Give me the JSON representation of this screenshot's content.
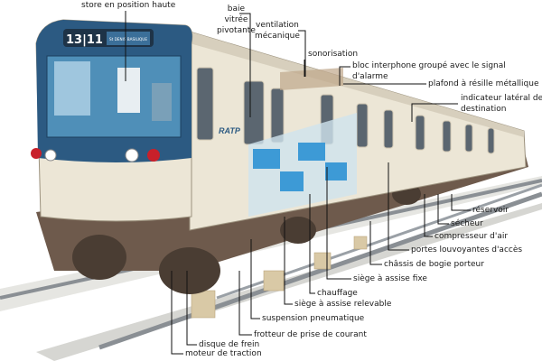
{
  "train": {
    "destination_number": "13|11",
    "destination_text": "St DENIS BASILIQUE",
    "logo": "RATP"
  },
  "labels": {
    "store": "store en position haute",
    "baie_1": "baie",
    "baie_2": "vitrée",
    "baie_3": "pivotante",
    "ventilation_1": "ventilation",
    "ventilation_2": "mécanique",
    "sonorisation": "sonorisation",
    "interphone_1": "bloc interphone groupé avec le signal",
    "interphone_2": "d'alarme",
    "plafond": "plafond à résille métallique",
    "indicateur_1": "indicateur latéral de",
    "indicateur_2": "destination",
    "reservoir": "réservoir",
    "secheur": "sécheur",
    "compresseur": "compresseur d'air",
    "portes": "portes louvoyantes d'accès",
    "chassis": "châssis de bogie porteur",
    "siege_fixe": "siège à assise fixe",
    "chauffage": "chauffage",
    "siege_relevable": "siège à assise relevable",
    "suspension": "suspension pneumatique",
    "frotteur": "frotteur de prise de courant",
    "disque": "disque de frein",
    "moteur": "moteur de traction"
  },
  "colors": {
    "body": "#ece6d6",
    "front": "#2c5a82",
    "underframe": "#6e5a4c",
    "seats": "#3d9ad6",
    "rail": "#8a8f94"
  }
}
